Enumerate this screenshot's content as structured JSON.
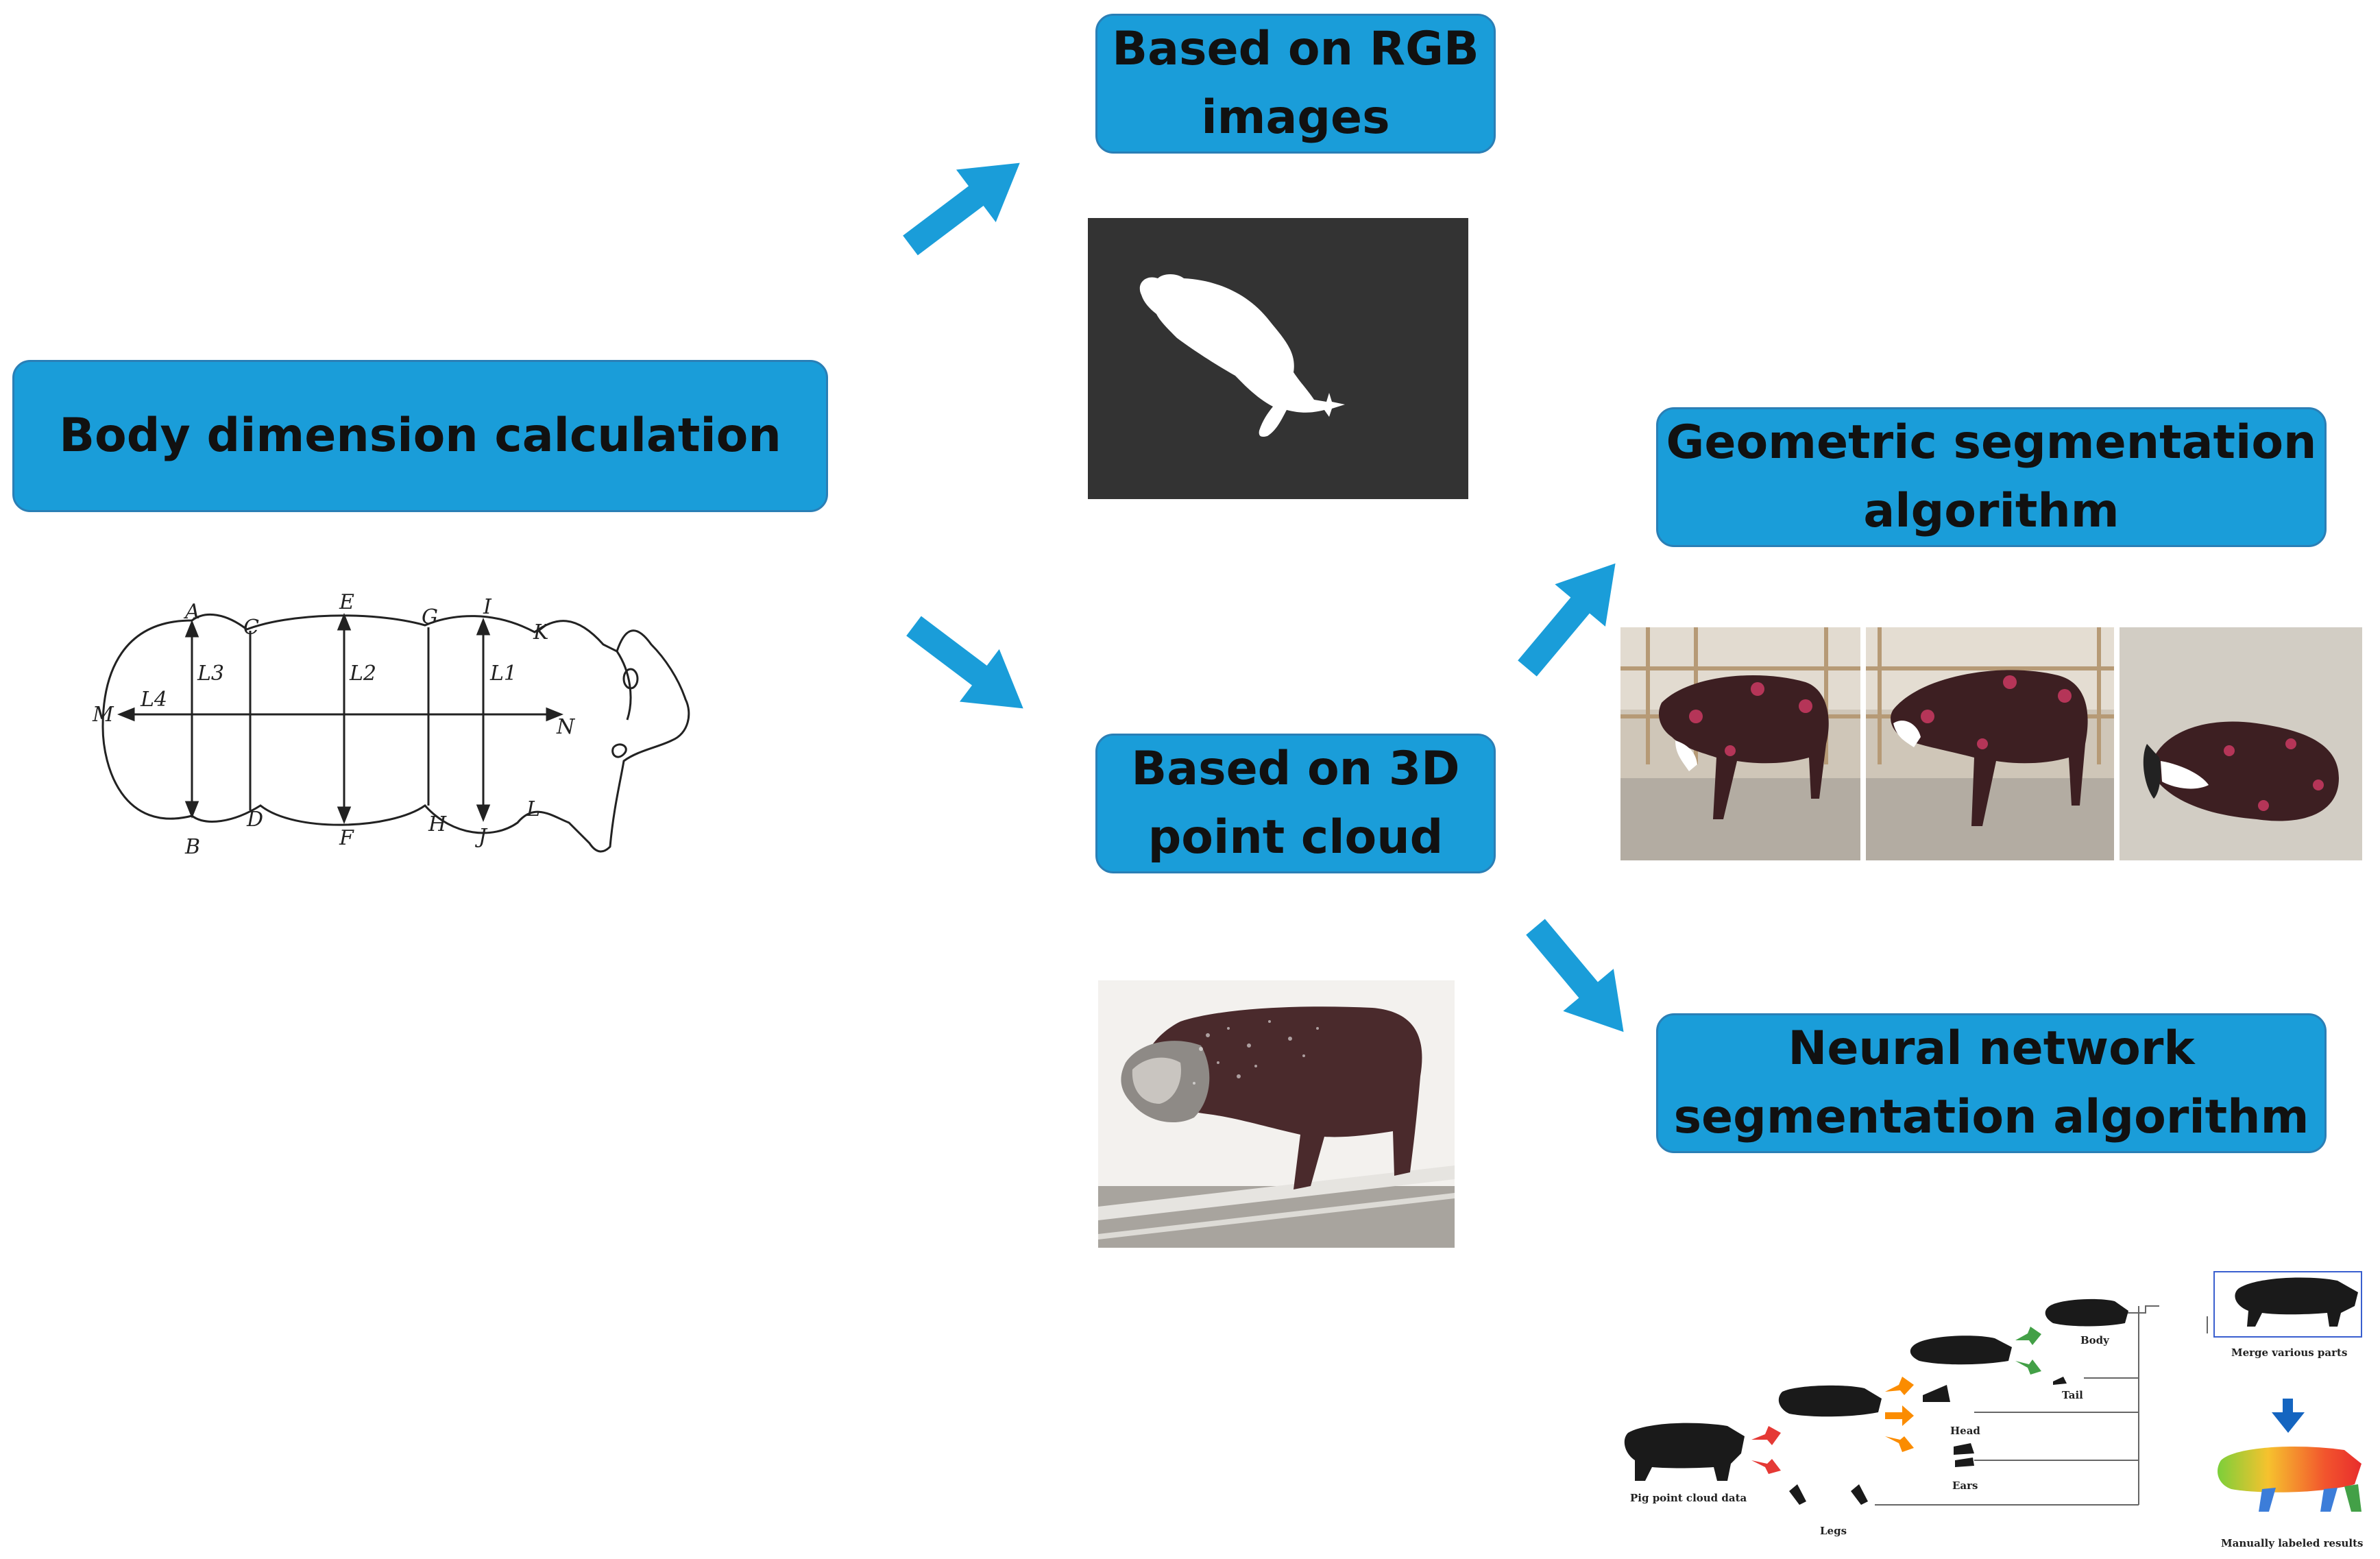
{
  "boxes": {
    "body_dimension": "Body dimension calculation",
    "rgb": "Based on RGB\nimages",
    "point_cloud": "Based on 3D\npoint cloud",
    "geometric": "Geometric segmentation\nalgorithm",
    "neural": "Neural network\nsegmentation algorithm"
  },
  "pig_diagram": {
    "points": [
      "A",
      "B",
      "C",
      "D",
      "E",
      "F",
      "G",
      "H",
      "I",
      "J",
      "K",
      "L",
      "M",
      "N"
    ],
    "lengths": [
      "L1",
      "L2",
      "L3",
      "L4"
    ]
  },
  "pipeline": {
    "input": "Pig point cloud data",
    "legs": "Legs",
    "head": "Head",
    "ears": "Ears",
    "tail": "Tail",
    "body": "Body",
    "merge": "Merge various parts",
    "result": "Manually labeled results"
  },
  "colors": {
    "box_fill": "#1a9dd9",
    "arrow": "#1a9dd9"
  }
}
